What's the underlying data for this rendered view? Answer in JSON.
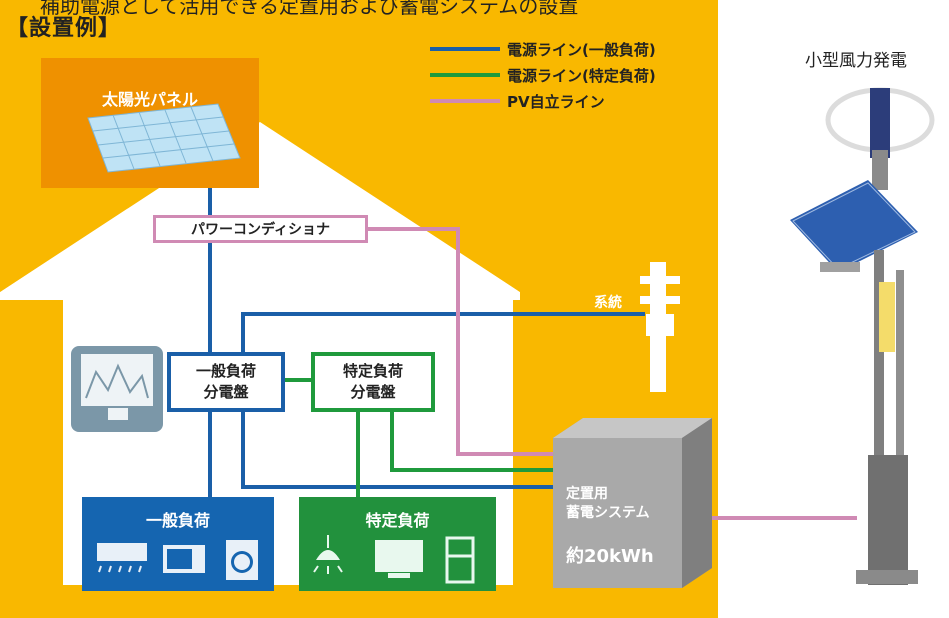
{
  "header": {
    "top_cut_text": "補助電源として活用できる定置用および蓄電システムの設置",
    "heading": "【設置例】"
  },
  "legend": {
    "items": [
      {
        "label": "電源ライン(一般負荷)",
        "color": "#1a5fa8"
      },
      {
        "label": "電源ライン(特定負荷)",
        "color": "#1f9a3c"
      },
      {
        "label": "PV自立ライン",
        "color": "#d08ab4"
      }
    ]
  },
  "diagram": {
    "solar_panel_label": "太陽光パネル",
    "power_conditioner_label": "パワーコンディショナ",
    "grid_label": "系統",
    "general_panel_label": [
      "一般負荷",
      "分電盤"
    ],
    "specific_panel_label": [
      "特定負荷",
      "分電盤"
    ],
    "general_load_label": "一般負荷",
    "specific_load_label": "特定負荷",
    "storage_label": [
      "定置用",
      "蓄電システム"
    ],
    "storage_capacity": "約20kWh"
  },
  "side": {
    "wind_title": "小型風力発電"
  },
  "colors": {
    "house_bg": "#f9b800",
    "house_white": "#ffffff",
    "panel_box": "#ef9100",
    "general_line": "#1a5fa8",
    "specific_line": "#1f9a3c",
    "pv_line": "#d08ab4",
    "general_load_bg": "#1565b0",
    "specific_load_bg": "#22913d",
    "storage_gray": "#a9a9a9"
  }
}
